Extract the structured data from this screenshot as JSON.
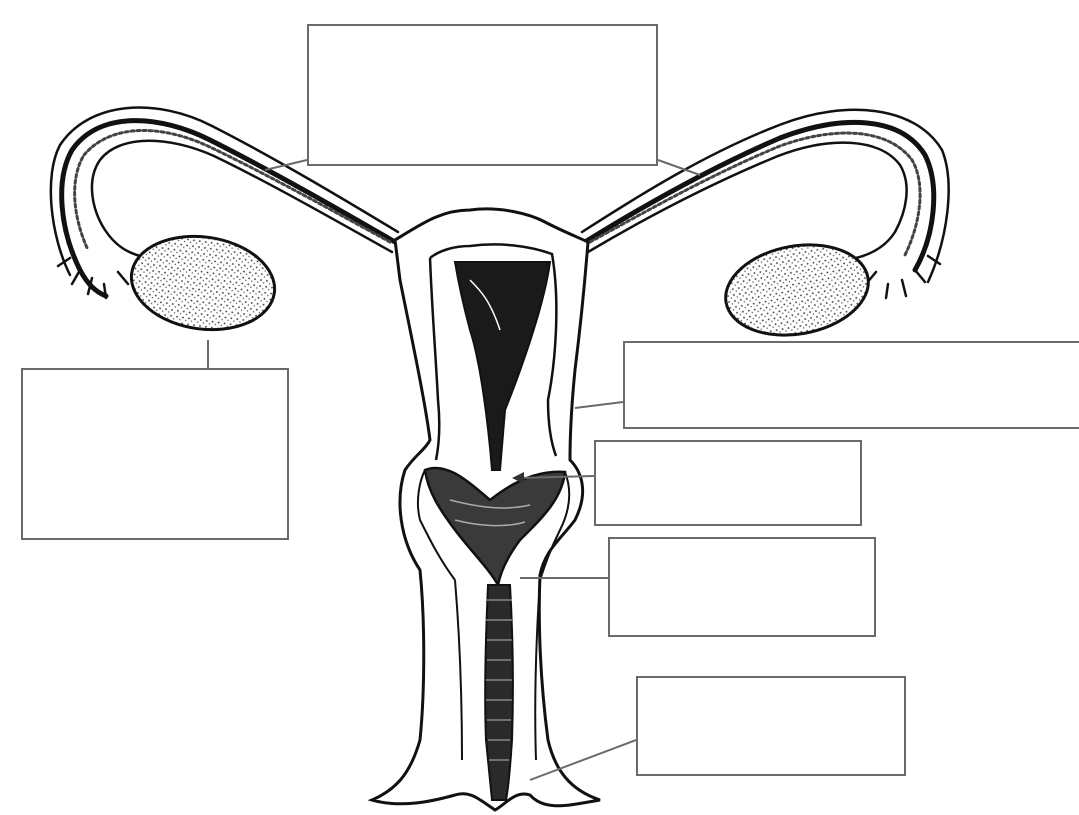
{
  "diagram": {
    "label_boxes": [
      {
        "id": "box-top",
        "text": ""
      },
      {
        "id": "box-left",
        "text": ""
      },
      {
        "id": "box-right-long",
        "text": ""
      },
      {
        "id": "box-mid-1",
        "text": ""
      },
      {
        "id": "box-mid-2",
        "text": ""
      },
      {
        "id": "box-bottom",
        "text": ""
      }
    ]
  }
}
